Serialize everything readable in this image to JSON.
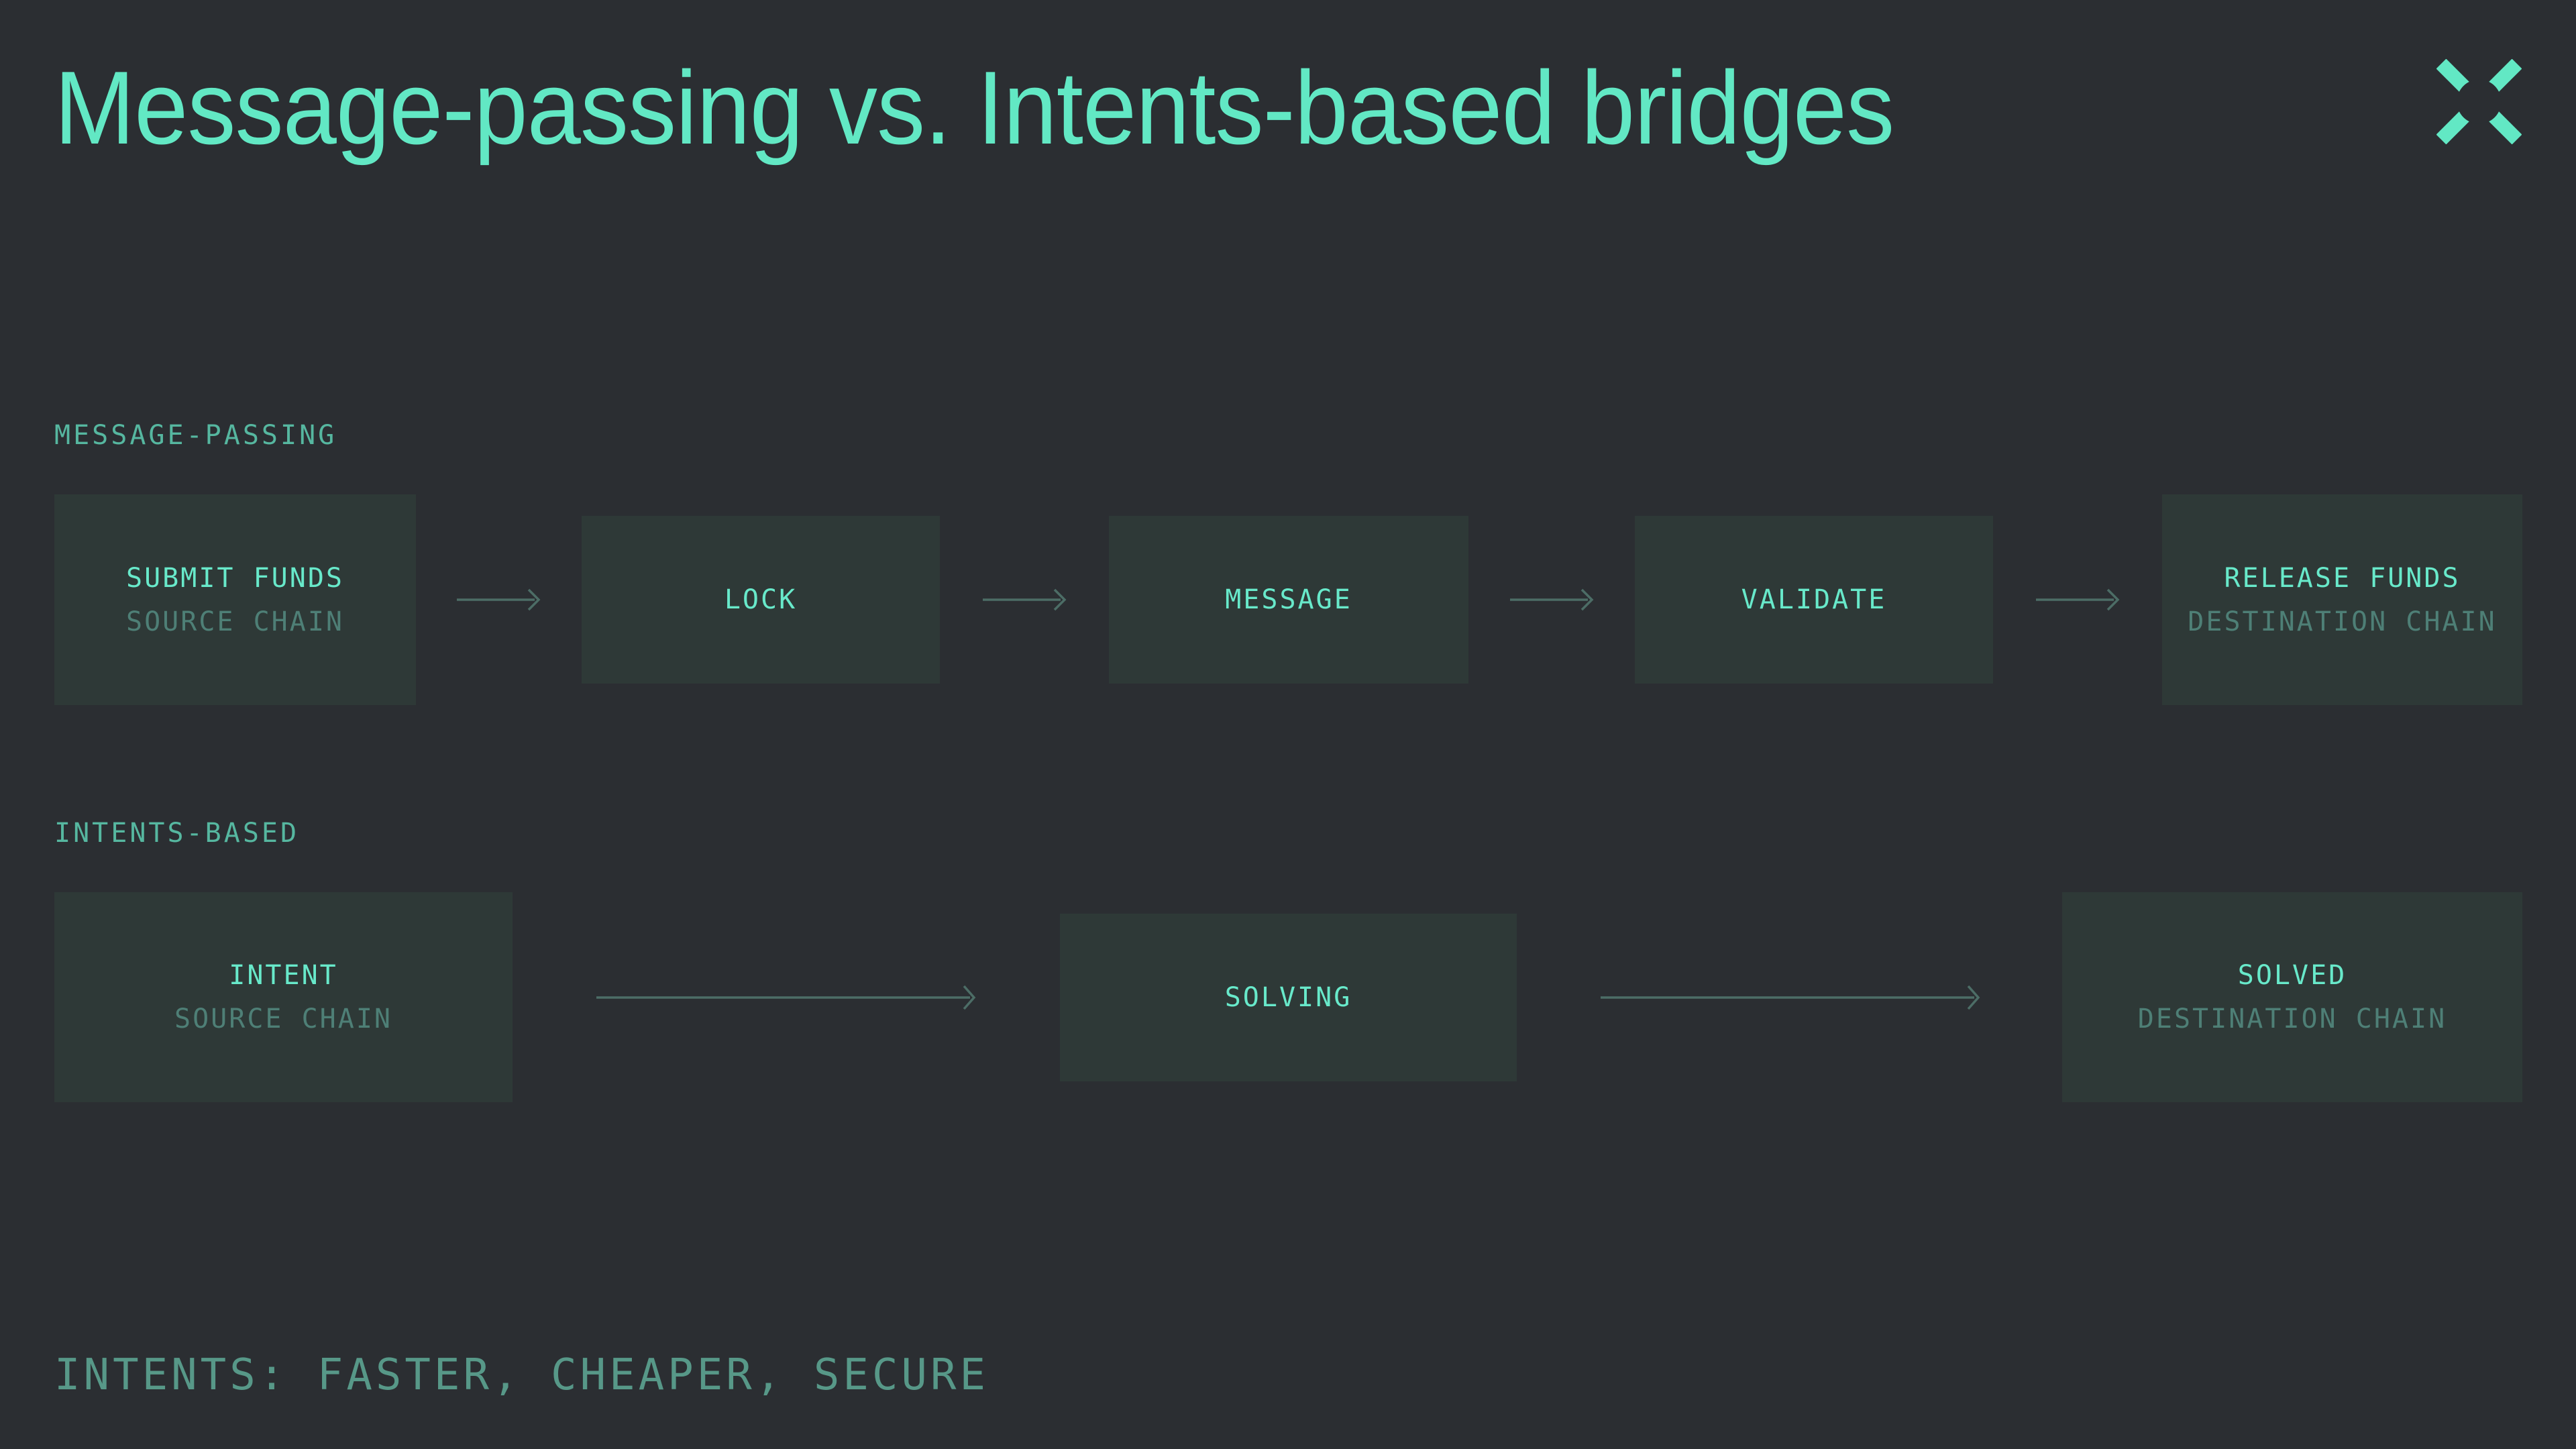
{
  "page": {
    "title": "Message-passing vs. Intents-based bridges"
  },
  "logo": {
    "name": "x-mark-logo",
    "color": "#62E8C4"
  },
  "colors": {
    "background": "#2B2E32",
    "box_fill": "#2E3937",
    "accent_mint": "#62E8C4",
    "primary_text": "#68E9CA",
    "secondary_text": "#4E7F76",
    "section_label": "#56B7A0",
    "caption": "#579888",
    "arrow": "#4C6D66"
  },
  "sections": [
    {
      "label": "MESSAGE-PASSING",
      "boxes": [
        {
          "title": "SUBMIT FUNDS",
          "subtitle": "SOURCE CHAIN"
        },
        {
          "title": "LOCK"
        },
        {
          "title": "MESSAGE"
        },
        {
          "title": "VALIDATE"
        },
        {
          "title": "RELEASE FUNDS",
          "subtitle": "DESTINATION CHAIN"
        }
      ]
    },
    {
      "label": "INTENTS-BASED",
      "boxes": [
        {
          "title": "INTENT",
          "subtitle": "SOURCE CHAIN"
        },
        {
          "title": "SOLVING"
        },
        {
          "title": "SOLVED",
          "subtitle": "DESTINATION CHAIN"
        }
      ]
    }
  ],
  "footer": {
    "caption": "INTENTS: FASTER, CHEAPER, SECURE"
  }
}
